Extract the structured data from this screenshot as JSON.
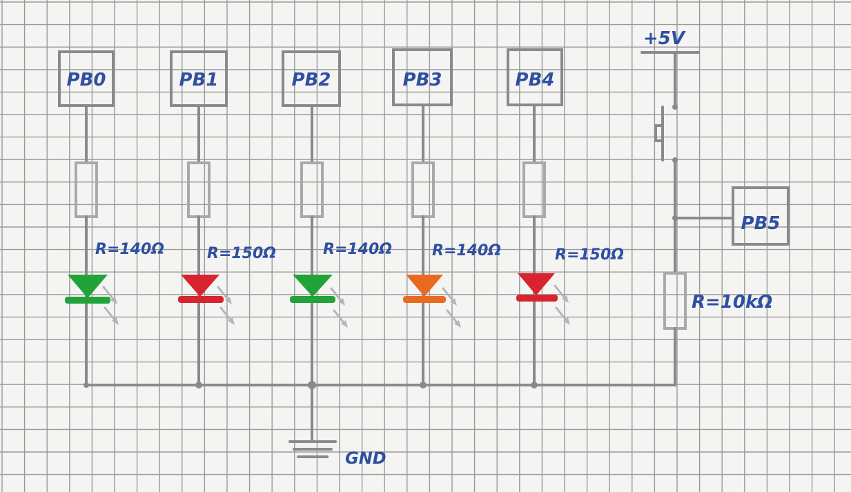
{
  "title": "",
  "pins": [
    {
      "label": "PB0",
      "resistor": "R=140Ω",
      "led_color": "#22a33a"
    },
    {
      "label": "PB1",
      "resistor": "R=150Ω",
      "led_color": "#d8242f"
    },
    {
      "label": "PB2",
      "resistor": "R=140Ω",
      "led_color": "#22a33a"
    },
    {
      "label": "PB3",
      "resistor": "R=140Ω",
      "led_color": "#e86a1f"
    },
    {
      "label": "PB4",
      "resistor": "R=150Ω",
      "led_color": "#d8242f"
    }
  ],
  "input": {
    "supply_label": "+5V",
    "pin_label": "PB5",
    "pulldown_label": "R=10kΩ"
  },
  "ground_label": "GND",
  "colors": {
    "ink": "#2f4fa3",
    "pencil": "#8a8a8a",
    "grid": "#9a9a9a",
    "paper": "#f4f4f2"
  }
}
